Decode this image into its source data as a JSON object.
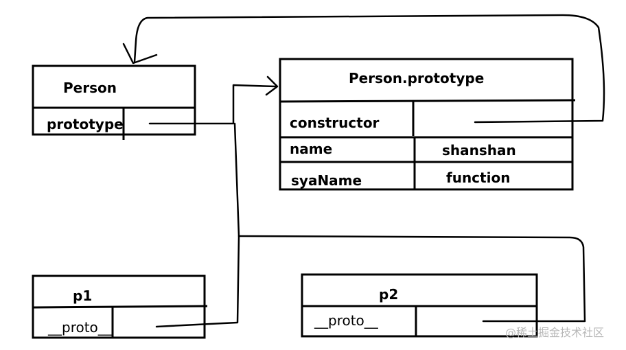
{
  "person": {
    "title": "Person",
    "row_label": "prototype"
  },
  "person_prototype": {
    "title": "Person.prototype",
    "rows": [
      {
        "key": "constructor",
        "value": ""
      },
      {
        "key": "name",
        "value": "shanshan"
      },
      {
        "key": "syaName",
        "value": "function"
      }
    ]
  },
  "p1": {
    "title": "p1",
    "row_label": "__proto__"
  },
  "p2": {
    "title": "p2",
    "row_label": "__proto__"
  },
  "watermark": "@稀土掘金技术社区"
}
